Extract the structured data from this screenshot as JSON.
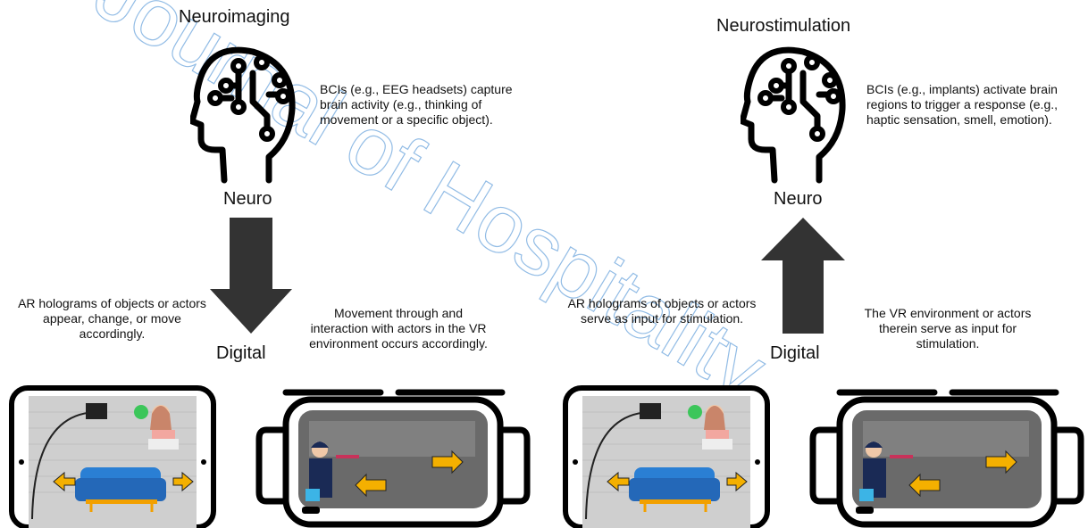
{
  "left": {
    "title": "Neuroimaging",
    "desc": "BCIs (e.g., EEG headsets) capture brain activity (e.g., thinking of movement or a specific object).",
    "neuro_label": "Neuro",
    "digital_label": "Digital",
    "ar_desc": "AR holograms of objects or actors appear, change, or move accordingly.",
    "vr_desc": "Movement through and interaction with actors in the VR environment occurs accordingly.",
    "arrow_direction": "down"
  },
  "right": {
    "title": "Neurostimulation",
    "desc": "BCIs (e.g., implants) activate brain regions to trigger a response (e.g., haptic sensation, smell, emotion).",
    "neuro_label": "Neuro",
    "digital_label": "Digital",
    "ar_desc": "AR holograms of objects or actors serve as input for stimulation.",
    "vr_desc": "The VR environment or actors therein serve as input for stimulation.",
    "arrow_direction": "up"
  },
  "colors": {
    "arrow": "#333333",
    "accent_arrow": "#f4b000",
    "sofa": "#2a7fd4",
    "device_frame": "#000000",
    "watermark": "#3a86d1"
  },
  "watermark": "Journal of Hospitality"
}
